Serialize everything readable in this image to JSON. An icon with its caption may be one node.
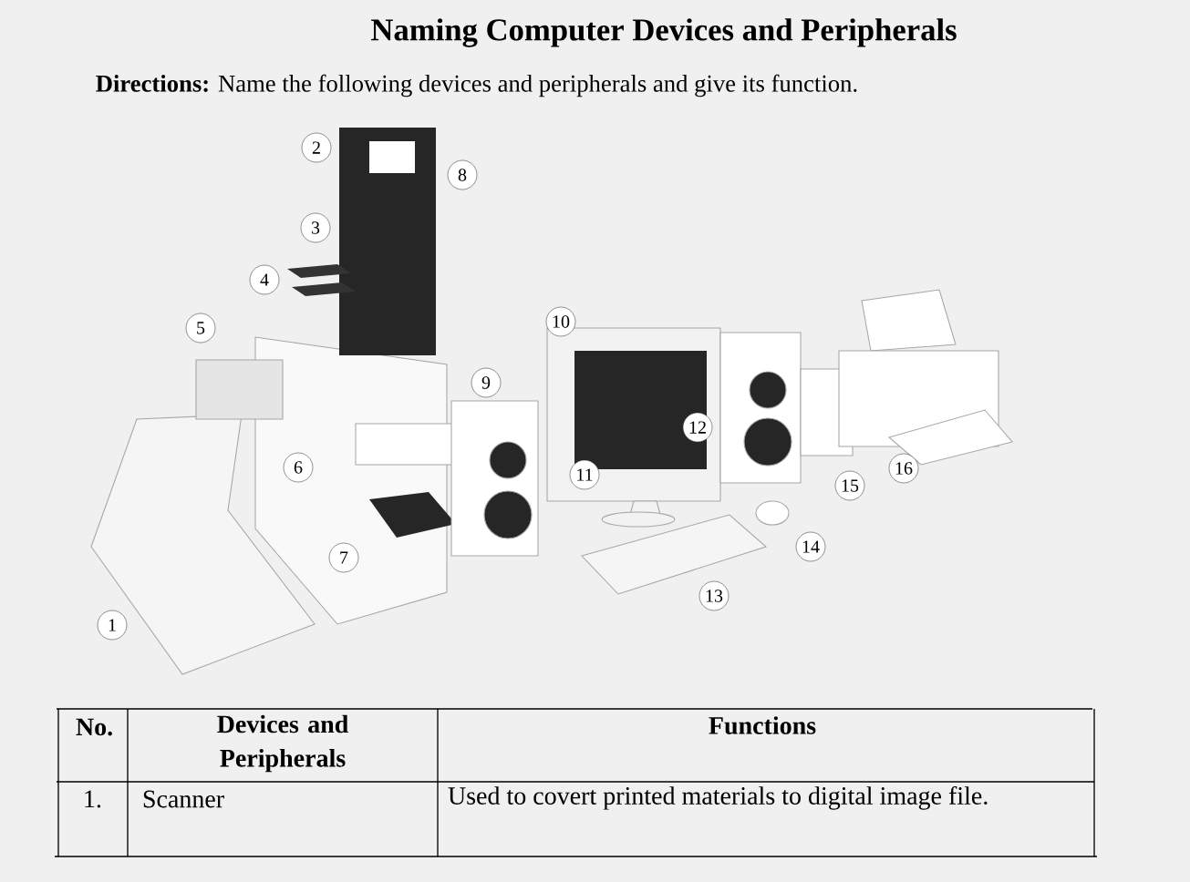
{
  "diagram": {
    "title": "Naming Computer Devices and Peripherals",
    "labels": [
      "**Directions:** Name the following devices and peripherals and give its function.",
      "1",
      "2",
      "3",
      "4",
      "5",
      "6",
      "7",
      "8",
      "9",
      "10",
      "11",
      "12",
      "13",
      "14",
      "15",
      "16",
      "No.",
      "Devices and Peripherals",
      "Functions",
      "1.",
      "Scanner",
      "Used to covert printed materials to digital image file."
    ]
  }
}
